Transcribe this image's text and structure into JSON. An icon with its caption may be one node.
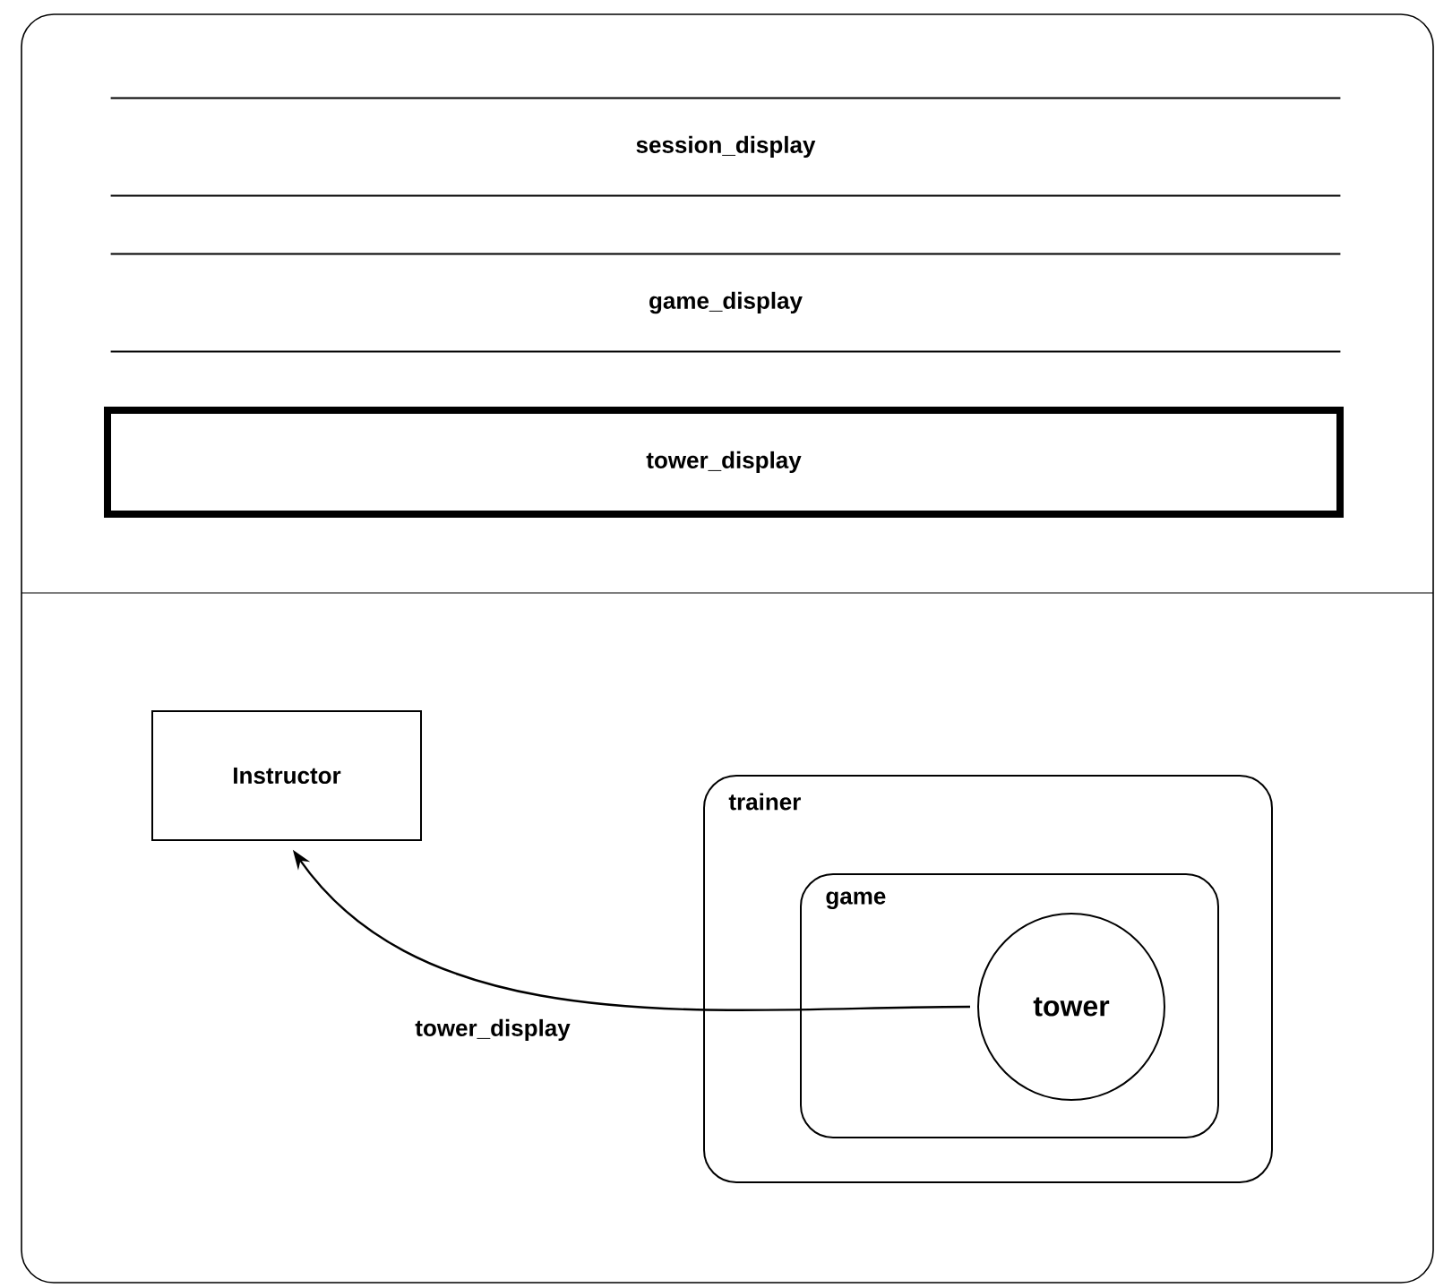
{
  "diagram": {
    "nodes": [
      {
        "text": [
          "session_display"
        ]
      },
      {
        "text": [
          "game_display"
        ]
      },
      {
        "text": [
          "tower_display"
        ]
      },
      {
        "text": [
          "Instructor"
        ]
      },
      {
        "text": [
          "trainer"
        ]
      },
      {
        "text": [
          "game"
        ],
        "in": 4
      },
      {
        "text": [
          "tower"
        ],
        "in": 5
      }
    ],
    "edges": [
      {
        "from": 6,
        "to": 3,
        "arrow": "to",
        "label": "tower_display"
      }
    ]
  }
}
